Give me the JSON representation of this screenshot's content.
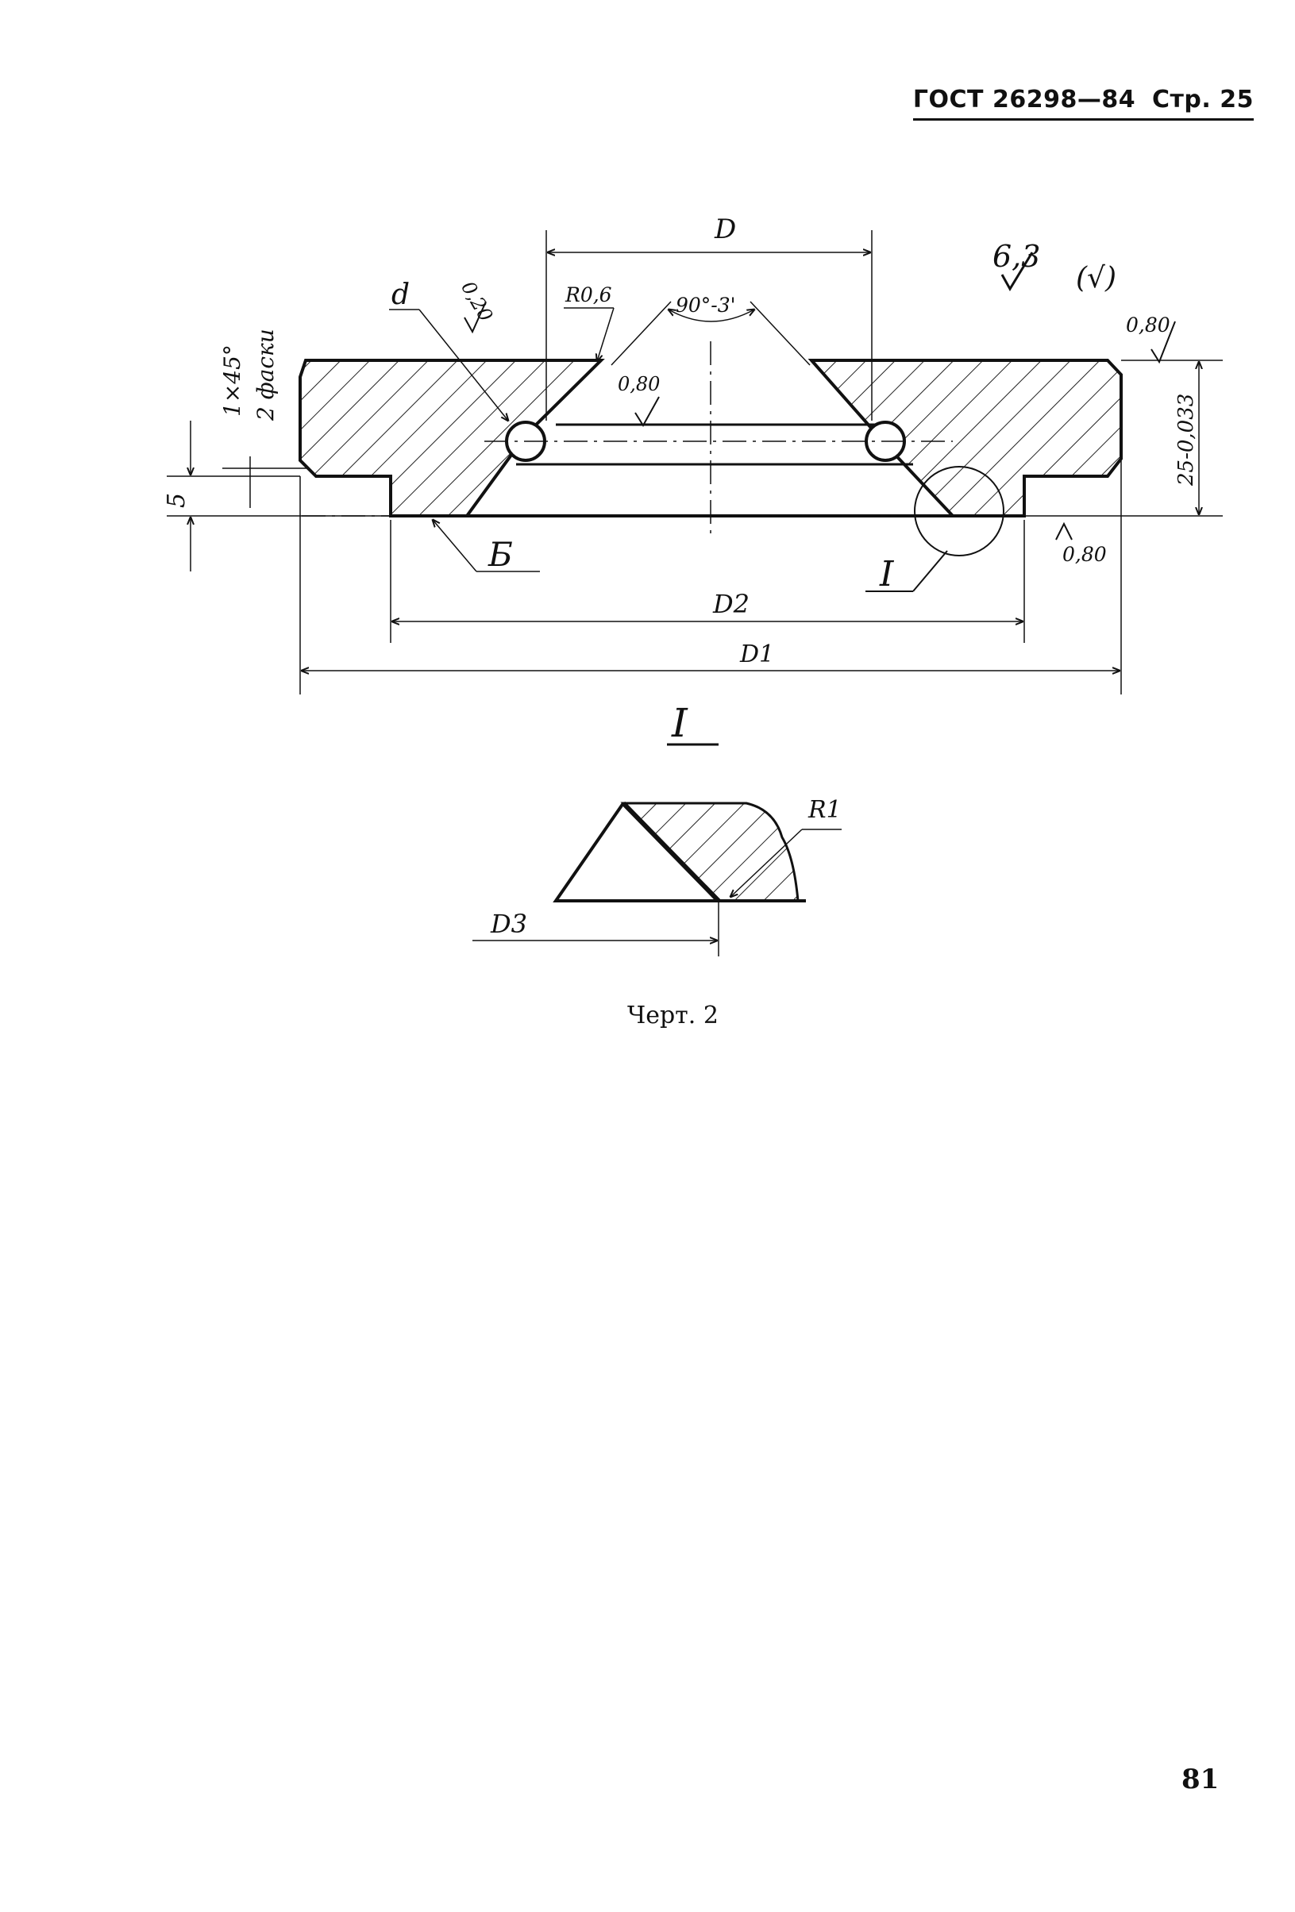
{
  "header": {
    "standard": "ГОСТ 26298—84",
    "page_label": "Стр. 25"
  },
  "drawing": {
    "main_view": {
      "dim_D": "D",
      "dim_D1": "D1",
      "dim_D2": "D2",
      "label_d": "d",
      "angle": "90°-3'",
      "radius": "R0,6",
      "roughness_020": "0,20",
      "roughness_080_inner": "0,80",
      "roughness_080_top": "0,80",
      "roughness_080_bottom": "0,80",
      "roughness_general": "6,3",
      "roughness_general_suffix": "(√)",
      "chamfer": "1×45°",
      "chamfer_note": "2 фаски",
      "height": "25-0,033",
      "step": "5",
      "surface_label": "Б",
      "detail_ref": "I"
    },
    "detail_view": {
      "title": "I",
      "radius": "R1",
      "dim_D3": "D3"
    }
  },
  "caption": "Черт. 2",
  "page_number": "81"
}
